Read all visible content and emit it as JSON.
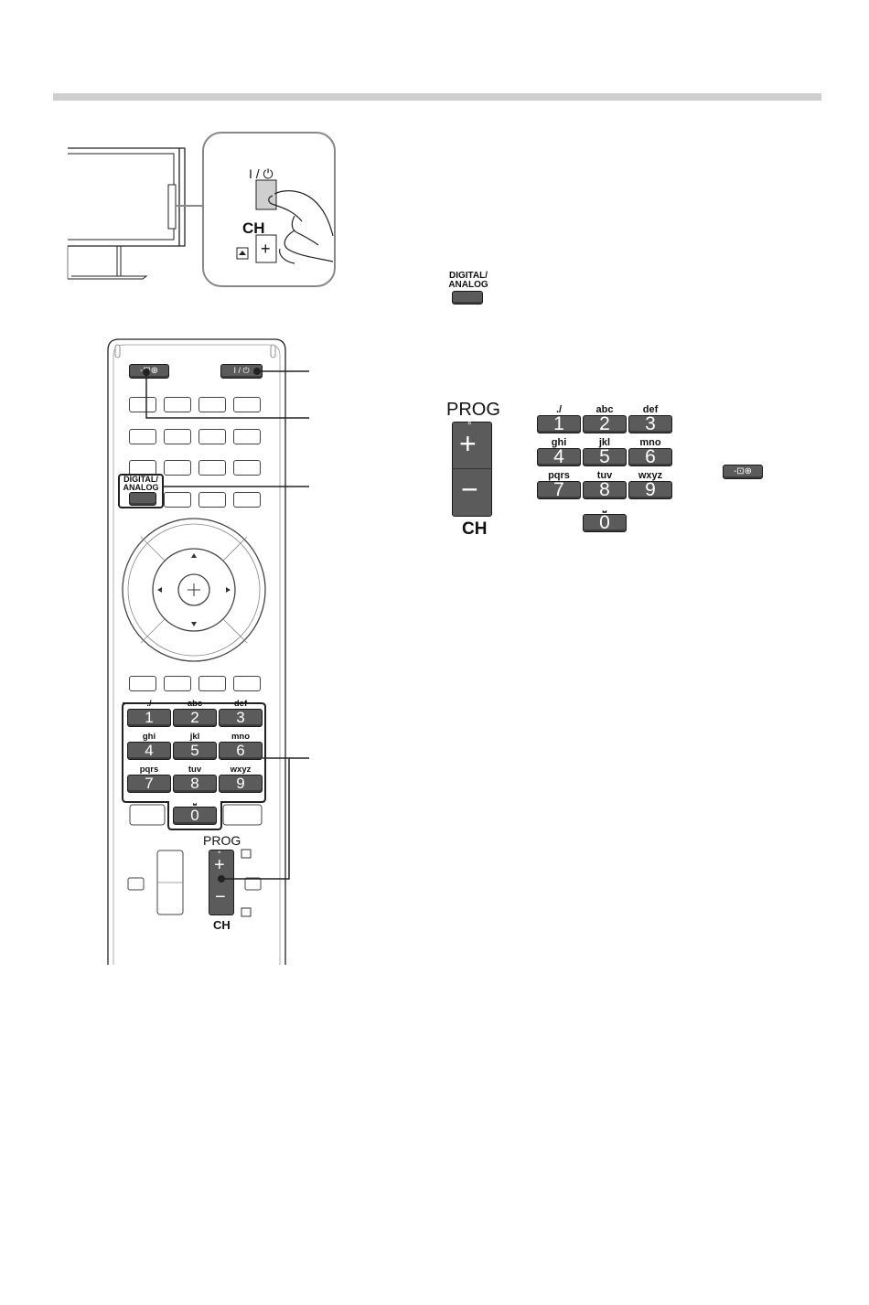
{
  "tv_side": {
    "power_symbol": "I / ⏻",
    "ch_label": "CH",
    "plus_symbol": "+"
  },
  "remote": {
    "input_icon": "-⊡⊕",
    "power_symbol": "I / ⏻",
    "digital_analog_line1": "DIGITAL/",
    "digital_analog_line2": "ANALOG",
    "numpad": [
      {
        "label": "./",
        "digit": "1"
      },
      {
        "label": "abc",
        "digit": "2"
      },
      {
        "label": "def",
        "digit": "3"
      },
      {
        "label": "ghi",
        "digit": "4"
      },
      {
        "label": "jkl",
        "digit": "5"
      },
      {
        "label": "mno",
        "digit": "6"
      },
      {
        "label": "pqrs",
        "digit": "7"
      },
      {
        "label": "tuv",
        "digit": "8"
      },
      {
        "label": "wxyz",
        "digit": "9"
      }
    ],
    "zero_label": "⎵",
    "zero_digit": "0",
    "prog_label": "PROG",
    "ch_label": "CH",
    "plus_symbol": "+",
    "minus_symbol": "−",
    "prog_dot": "°"
  },
  "detail": {
    "digital_analog_line1": "DIGITAL/",
    "digital_analog_line2": "ANALOG",
    "prog_label": "PROG",
    "ch_label": "CH",
    "plus_symbol": "+",
    "minus_symbol": "−",
    "prog_dot": "°",
    "numpad": [
      {
        "label": "./",
        "digit": "1"
      },
      {
        "label": "abc",
        "digit": "2"
      },
      {
        "label": "def",
        "digit": "3"
      },
      {
        "label": "ghi",
        "digit": "4"
      },
      {
        "label": "jkl",
        "digit": "5"
      },
      {
        "label": "mno",
        "digit": "6"
      },
      {
        "label": "pqrs",
        "digit": "7"
      },
      {
        "label": "tuv",
        "digit": "8"
      },
      {
        "label": "wxyz",
        "digit": "9"
      }
    ],
    "zero_label": "⎵",
    "zero_digit": "0",
    "input_icon": "-⊡⊕"
  }
}
